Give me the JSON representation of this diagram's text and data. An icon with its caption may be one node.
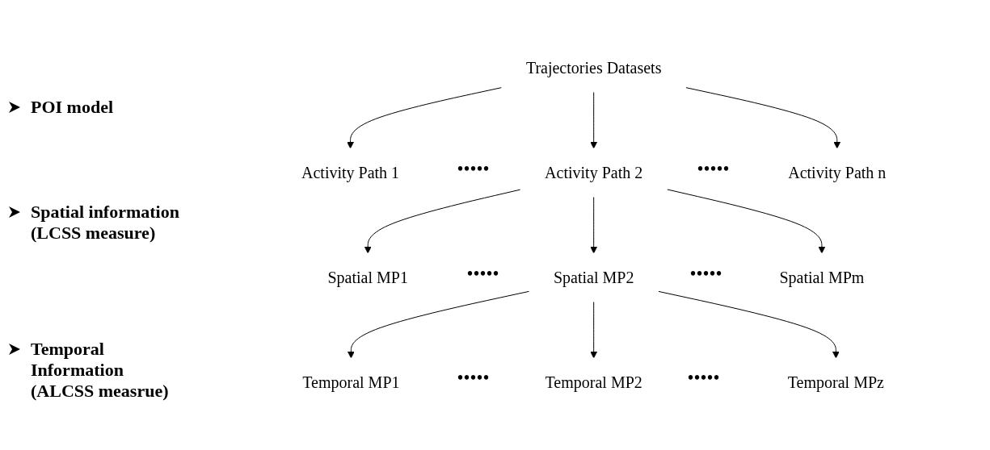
{
  "diagram": {
    "nodes": [
      {
        "text": [
          "Trajectories Datasets"
        ]
      },
      {
        "text": [
          "Activity Path 1"
        ]
      },
      {
        "text": [
          "Activity Path 2"
        ]
      },
      {
        "text": [
          "Activity Path n"
        ]
      },
      {
        "text": [
          "Spatial MP1"
        ]
      },
      {
        "text": [
          "Spatial MP2"
        ]
      },
      {
        "text": [
          "Spatial MPm"
        ]
      },
      {
        "text": [
          "Temporal MP1"
        ]
      },
      {
        "text": [
          "Temporal MP2"
        ]
      },
      {
        "text": [
          "Temporal MPz"
        ]
      }
    ],
    "edges": [
      {
        "from": 0,
        "to": 1,
        "arrow": "to"
      },
      {
        "from": 0,
        "to": 2,
        "arrow": "to"
      },
      {
        "from": 0,
        "to": 3,
        "arrow": "to"
      },
      {
        "from": 2,
        "to": 4,
        "arrow": "to"
      },
      {
        "from": 2,
        "to": 5,
        "arrow": "to"
      },
      {
        "from": 2,
        "to": 6,
        "arrow": "to"
      },
      {
        "from": 5,
        "to": 7,
        "arrow": "to"
      },
      {
        "from": 5,
        "to": 8,
        "arrow": "to"
      },
      {
        "from": 5,
        "to": 9,
        "arrow": "to"
      }
    ],
    "labels": [
      "POI model",
      "•••••",
      "•••••",
      "Spatial information (LCSS measure)",
      "•••••",
      "•••••",
      "Temporal Information (ALCSS measrue)",
      "•••••",
      "•••••"
    ]
  }
}
